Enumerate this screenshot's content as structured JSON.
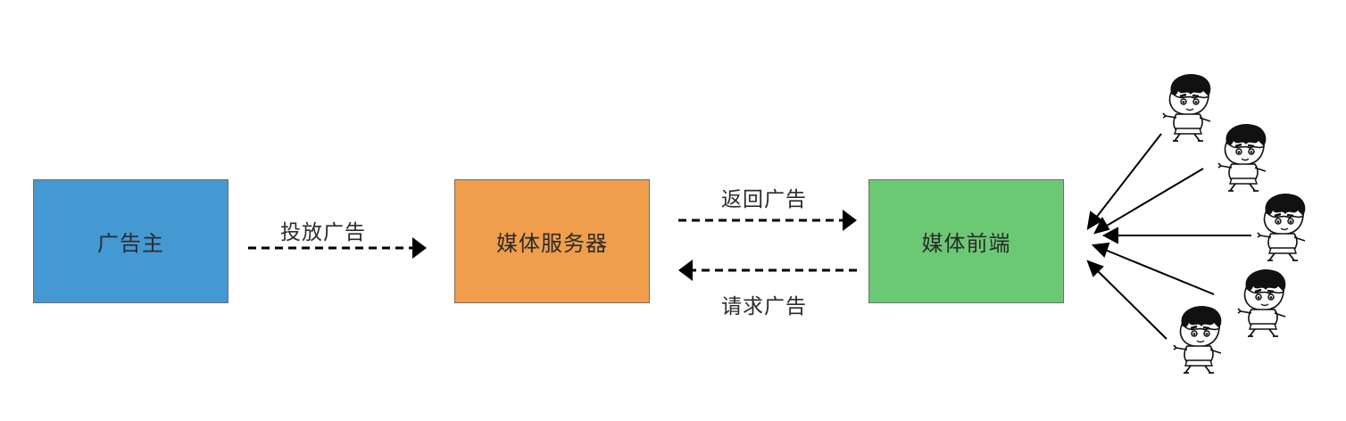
{
  "colors": {
    "advertiser": "#4499d3",
    "server": "#f09e4b",
    "frontend": "#6bc973",
    "arrow": "#000000",
    "border": "#6f6f6f"
  },
  "nodes": {
    "advertiser": "广告主",
    "server": "媒体服务器",
    "frontend": "媒体前端"
  },
  "edges": {
    "deliver": "投放广告",
    "return": "返回广告",
    "request": "请求广告"
  },
  "users": {
    "count": 5,
    "icon": "cartoon-boy-running-icon"
  }
}
